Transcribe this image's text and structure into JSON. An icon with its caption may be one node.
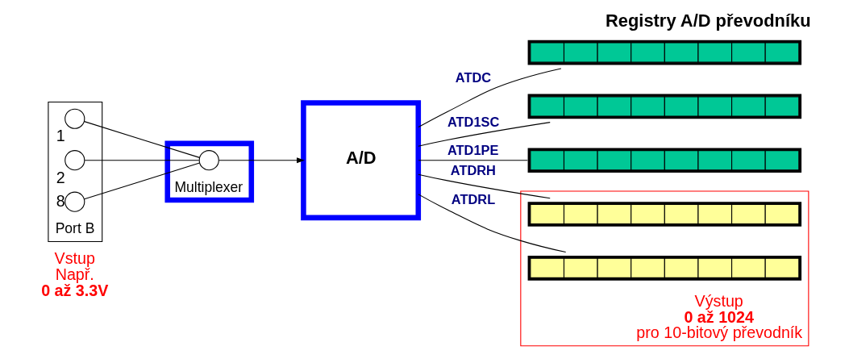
{
  "diagram": {
    "title": "Registry A/D převodníku",
    "nodes": [
      {
        "text": [
          "Port B"
        ]
      },
      {
        "text": [],
        "shape": "circle",
        "in": 0,
        "beside": [
          "1"
        ]
      },
      {
        "text": [],
        "shape": "circle",
        "in": 0,
        "beside": [
          "2"
        ]
      },
      {
        "text": [],
        "shape": "circle",
        "in": 0,
        "beside": [
          "8"
        ]
      },
      {
        "text": [
          "Multiplexer"
        ]
      },
      {
        "text": [],
        "shape": "circle",
        "in": 4
      },
      {
        "text": [
          "A/D"
        ]
      },
      {
        "text": [],
        "shape": "bar"
      },
      {
        "text": [],
        "shape": "bar"
      },
      {
        "text": [],
        "shape": "bar"
      },
      {
        "text": [],
        "shape": "box",
        "beside": [
          "Výstup",
          "0 až 1024",
          "pro 10-bitový převodník"
        ]
      },
      {
        "text": [],
        "shape": "bar",
        "in": 10
      },
      {
        "text": [],
        "shape": "bar",
        "in": 10
      }
    ],
    "edges": [
      {
        "from": 1,
        "to": 5,
        "arrow": "none"
      },
      {
        "from": 2,
        "to": 5,
        "arrow": "none"
      },
      {
        "from": 3,
        "to": 5,
        "arrow": "none"
      },
      {
        "from": 5,
        "to": 6,
        "arrow": "to"
      },
      {
        "from": 6,
        "to": 7,
        "arrow": "none",
        "label": "ATDC"
      },
      {
        "from": 6,
        "to": 8,
        "arrow": "none",
        "label": "ATD1SC"
      },
      {
        "from": 6,
        "to": 9,
        "arrow": "none",
        "label": "ATD1PE"
      },
      {
        "from": 6,
        "to": 11,
        "arrow": "none",
        "label": "ATDRH"
      },
      {
        "from": 6,
        "to": 12,
        "arrow": "none",
        "label": "ATDRL"
      }
    ],
    "labels": [
      "Vstup",
      "Např.",
      "0 až 3.3V"
    ]
  }
}
